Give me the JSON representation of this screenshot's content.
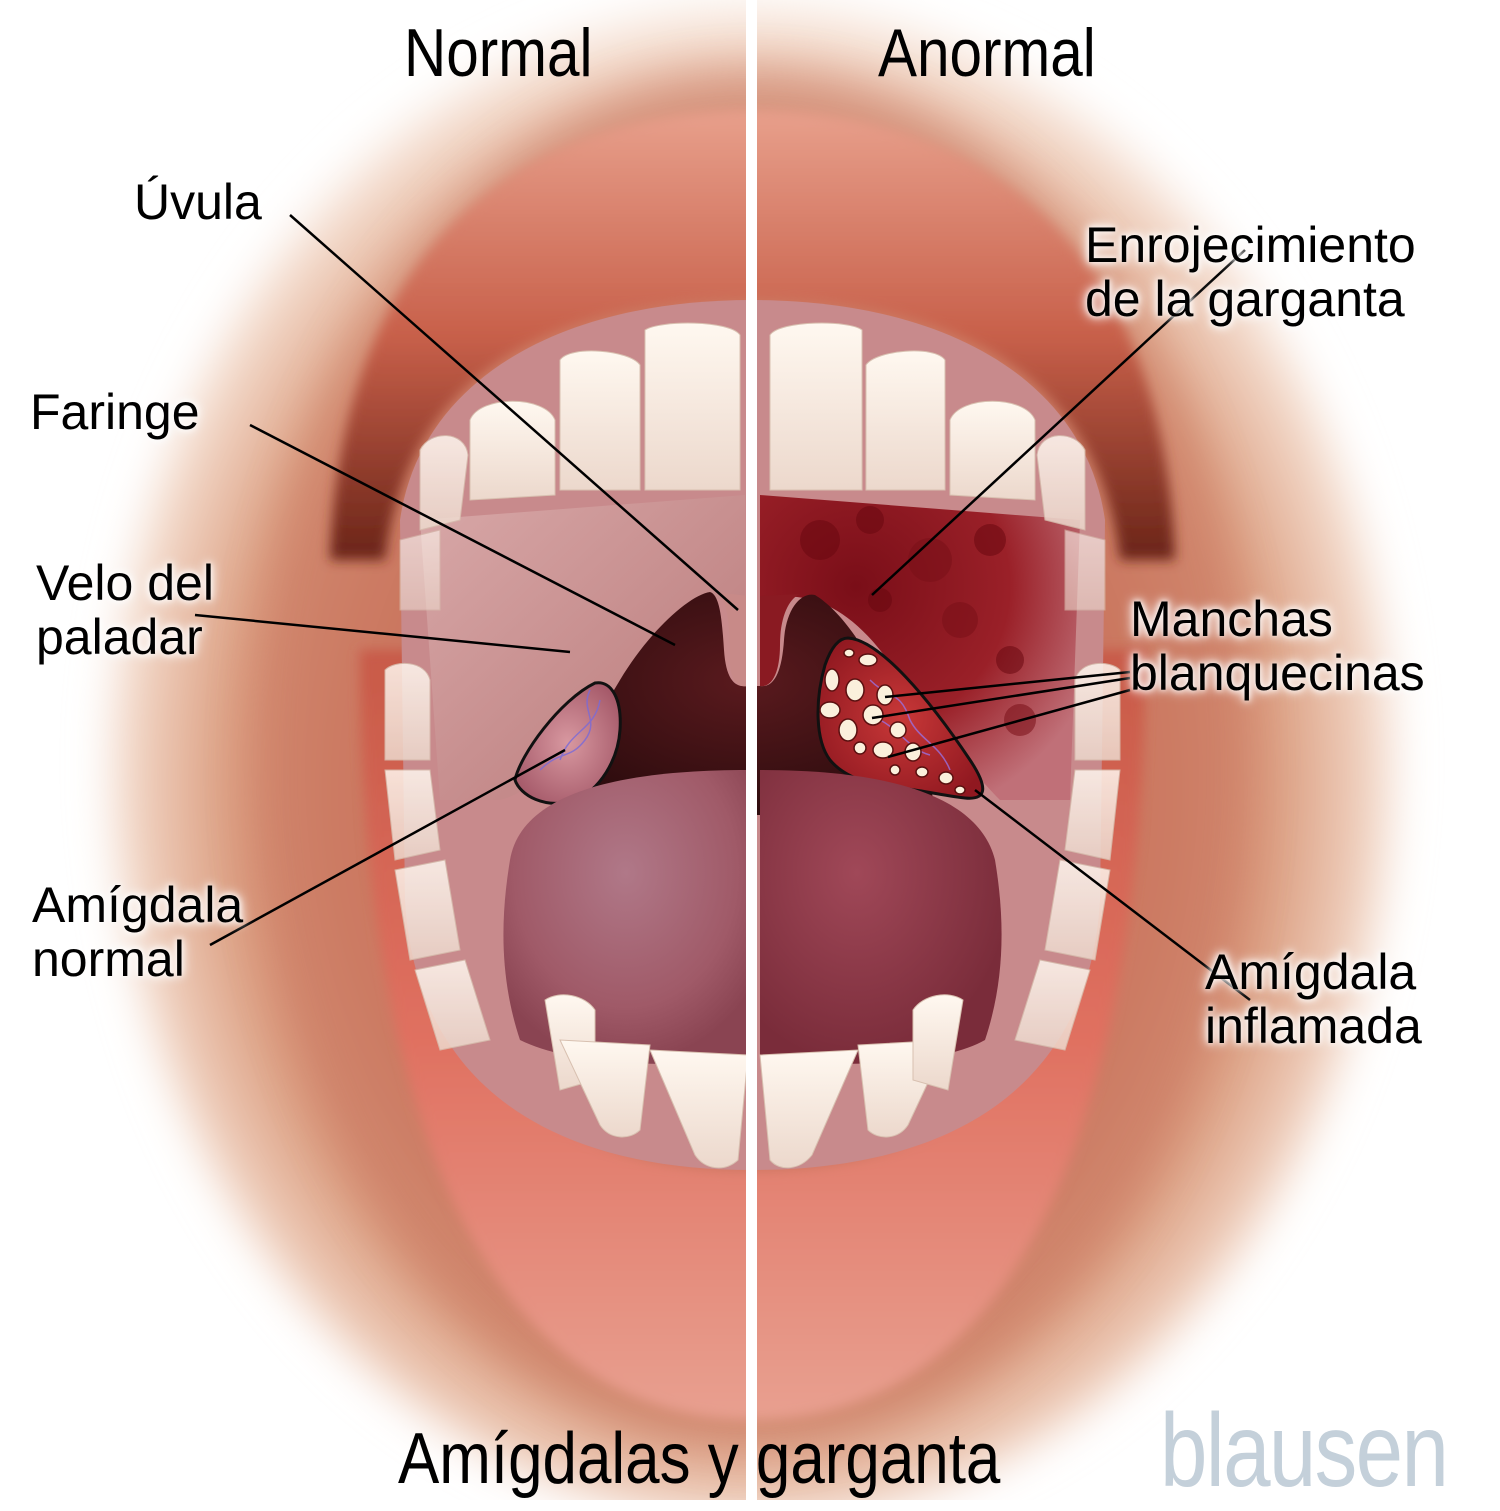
{
  "headers": {
    "left": "Normal",
    "right": "Anormal"
  },
  "caption": "Amígdalas y garganta",
  "brand": "blausen",
  "labels": {
    "uvula": "Úvula",
    "faringe": "Faringe",
    "velo_line1": "Velo del",
    "velo_line2": "paladar",
    "amigdala_normal_line1": "Amígdala",
    "amigdala_normal_line2": "normal",
    "enrojecimiento_line1": "Enrojecimiento",
    "enrojecimiento_line2": "de la garganta",
    "manchas_line1": "Manchas",
    "manchas_line2": "blanquecinas",
    "amigdala_inflamada_line1": "Amígdala",
    "amigdala_inflamada_line2": "inflamada"
  },
  "colors": {
    "lip": "#d4705c",
    "lip_dark": "#8a3a2a",
    "skin": "#e0a88a",
    "gum": "#c07880",
    "tooth": "#f4e6da",
    "palate_normal": "#c88a88",
    "palate_inflamed": "#8a1a22",
    "throat": "#4a1418",
    "tongue": "#a8606a",
    "tonsil_normal": "#c48088",
    "tonsil_inflamed": "#b02828",
    "spot": "#fbf0dc",
    "divider": "#ffffff",
    "brand": "#c4d0da"
  }
}
